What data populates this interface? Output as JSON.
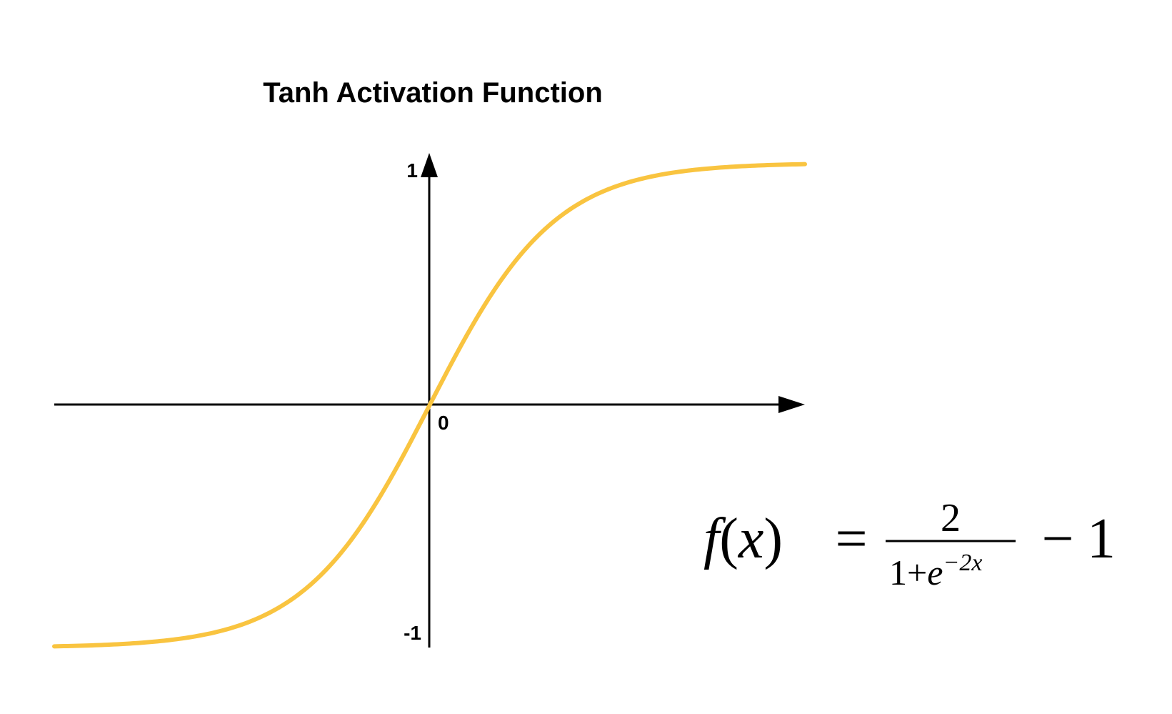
{
  "chart_data": {
    "type": "line",
    "title": "Tanh Activation Function",
    "xlabel": "",
    "ylabel": "",
    "function": "tanh",
    "xlim": [
      -3.0,
      3.0
    ],
    "ylim": [
      -1,
      1
    ],
    "grid": false,
    "series": [
      {
        "color": "#F9C440",
        "x": [
          -3.0,
          -2.5,
          -2.0,
          -1.5,
          -1.0,
          -0.5,
          0.0,
          0.5,
          1.0,
          1.5,
          2.0,
          2.5,
          3.0
        ],
        "y": [
          -0.995,
          -0.987,
          -0.964,
          -0.905,
          -0.762,
          -0.462,
          0.0,
          0.462,
          0.762,
          0.905,
          0.964,
          0.987,
          0.995
        ]
      }
    ],
    "y_ticks": [
      {
        "value": 1,
        "label": "1"
      },
      {
        "value": -1,
        "label": "-1"
      }
    ],
    "origin_label": "0",
    "formula": {
      "lhs_f": "f",
      "lhs_open": "(",
      "lhs_x": "x",
      "lhs_close": ")",
      "equals": "=",
      "numerator": "2",
      "den_one": "1+",
      "den_e": "e",
      "den_exp": "−2x",
      "minus": "−",
      "one": "1"
    }
  }
}
